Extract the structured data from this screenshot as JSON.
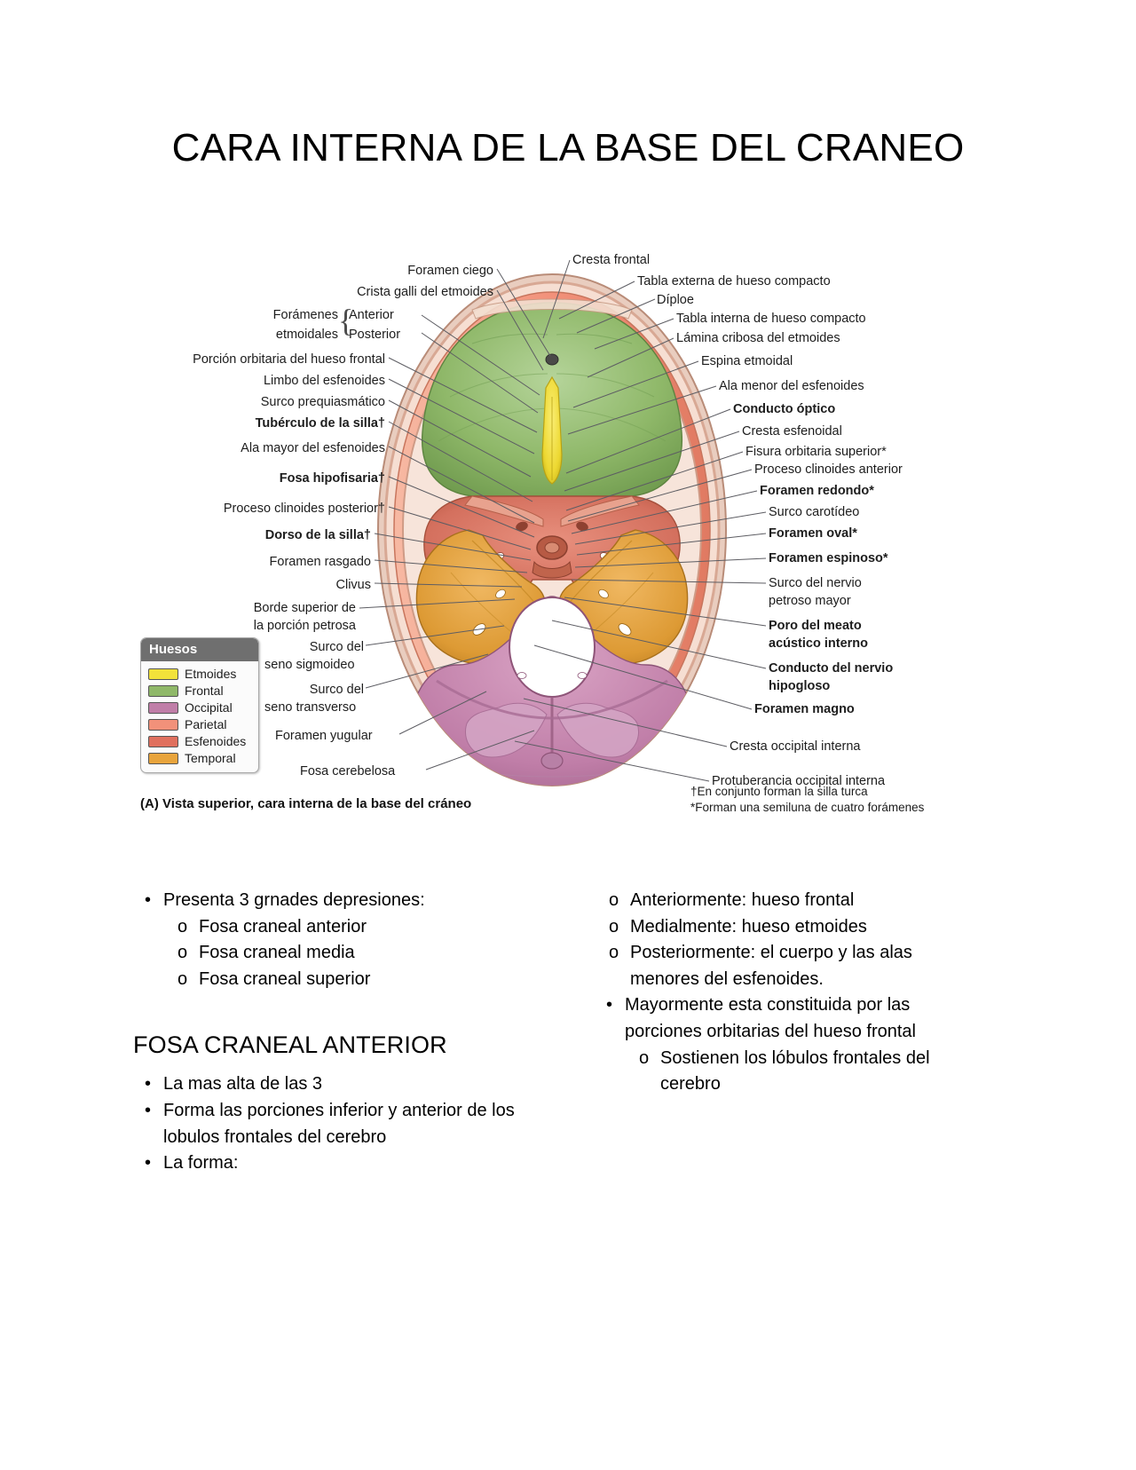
{
  "document": {
    "title": "CARA INTERNA DE LA BASE DEL CRANEO"
  },
  "figure": {
    "caption": "(A) Vista superior, cara interna de la base del cráneo",
    "footnote_dagger": "†En conjunto forman la silla turca",
    "footnote_asterisk": "*Forman una semiluna de cuatro forámenes",
    "legend": {
      "header": "Huesos",
      "items": [
        {
          "label": "Etmoides",
          "color": "#f2e23a"
        },
        {
          "label": "Frontal",
          "color": "#8fb869"
        },
        {
          "label": "Occipital",
          "color": "#c07ea8"
        },
        {
          "label": "Parietal",
          "color": "#f2917a"
        },
        {
          "label": "Esfenoides",
          "color": "#e0705e"
        },
        {
          "label": "Temporal",
          "color": "#e8a43c"
        }
      ]
    },
    "labels_left": [
      {
        "text": "Foramen ciego"
      },
      {
        "text": "Crista galli del etmoides"
      },
      {
        "text": "Forámenes"
      },
      {
        "text": "etmoidales"
      },
      {
        "text": "Anterior"
      },
      {
        "text": "Posterior"
      },
      {
        "text": "Porción orbitaria del hueso frontal"
      },
      {
        "text": "Limbo del esfenoides"
      },
      {
        "text": "Surco prequiasmático"
      },
      {
        "text": "Tubérculo de la silla†"
      },
      {
        "text": "Ala mayor del esfenoides"
      },
      {
        "text": "Fosa hipofisaria†"
      },
      {
        "text": "Proceso clinoides posterior†"
      },
      {
        "text": "Dorso de la silla†"
      },
      {
        "text": "Foramen rasgado"
      },
      {
        "text": "Clivus"
      },
      {
        "text": "Borde superior de"
      },
      {
        "text": "la porción petrosa"
      },
      {
        "text": "Surco del"
      },
      {
        "text": "seno sigmoideo"
      },
      {
        "text": "Surco del"
      },
      {
        "text": "seno transverso"
      },
      {
        "text": "Foramen yugular"
      },
      {
        "text": "Fosa cerebelosa"
      }
    ],
    "labels_right": [
      {
        "text": "Cresta frontal"
      },
      {
        "text": "Tabla externa de hueso compacto"
      },
      {
        "text": "Díploe"
      },
      {
        "text": "Tabla interna de hueso compacto"
      },
      {
        "text": "Lámina cribosa del etmoides"
      },
      {
        "text": "Espina etmoidal"
      },
      {
        "text": "Ala menor del esfenoides"
      },
      {
        "text": "Conducto óptico"
      },
      {
        "text": "Cresta esfenoidal"
      },
      {
        "text": "Fisura orbitaria superior*"
      },
      {
        "text": "Proceso clinoides anterior"
      },
      {
        "text": "Foramen redondo*"
      },
      {
        "text": "Surco carotídeo"
      },
      {
        "text": "Foramen oval*"
      },
      {
        "text": "Foramen espinoso*"
      },
      {
        "text": "Surco del nervio"
      },
      {
        "text": "petroso mayor"
      },
      {
        "text": "Poro del meato"
      },
      {
        "text": "acústico interno"
      },
      {
        "text": "Conducto del nervio"
      },
      {
        "text": "hipogloso"
      },
      {
        "text": "Foramen magno"
      },
      {
        "text": "Cresta occipital interna"
      },
      {
        "text": "Protuberancia occipital interna"
      }
    ]
  },
  "body": {
    "left_column": {
      "bullet_1": "Presenta 3 grnades depresiones:",
      "sub_1": "Fosa craneal anterior",
      "sub_2": "Fosa craneal media",
      "sub_3": "Fosa craneal superior",
      "section_heading": "FOSA CRANEAL ANTERIOR",
      "bullet_2": "La mas alta de las 3",
      "bullet_3": "Forma las porciones inferior y anterior de los lobulos frontales del cerebro",
      "bullet_4": "La forma:"
    },
    "right_column": {
      "sub_1": "Anteriormente: hueso frontal",
      "sub_2": "Medialmente: hueso etmoides",
      "sub_3": "Posteriormente: el cuerpo y las alas menores del esfenoides.",
      "bullet_1": "Mayormente esta constituida por las porciones orbitarias del hueso frontal",
      "sub_4": "Sostienen los lóbulos frontales del cerebro"
    },
    "markers": {
      "disc": "•",
      "circle": "o"
    }
  }
}
